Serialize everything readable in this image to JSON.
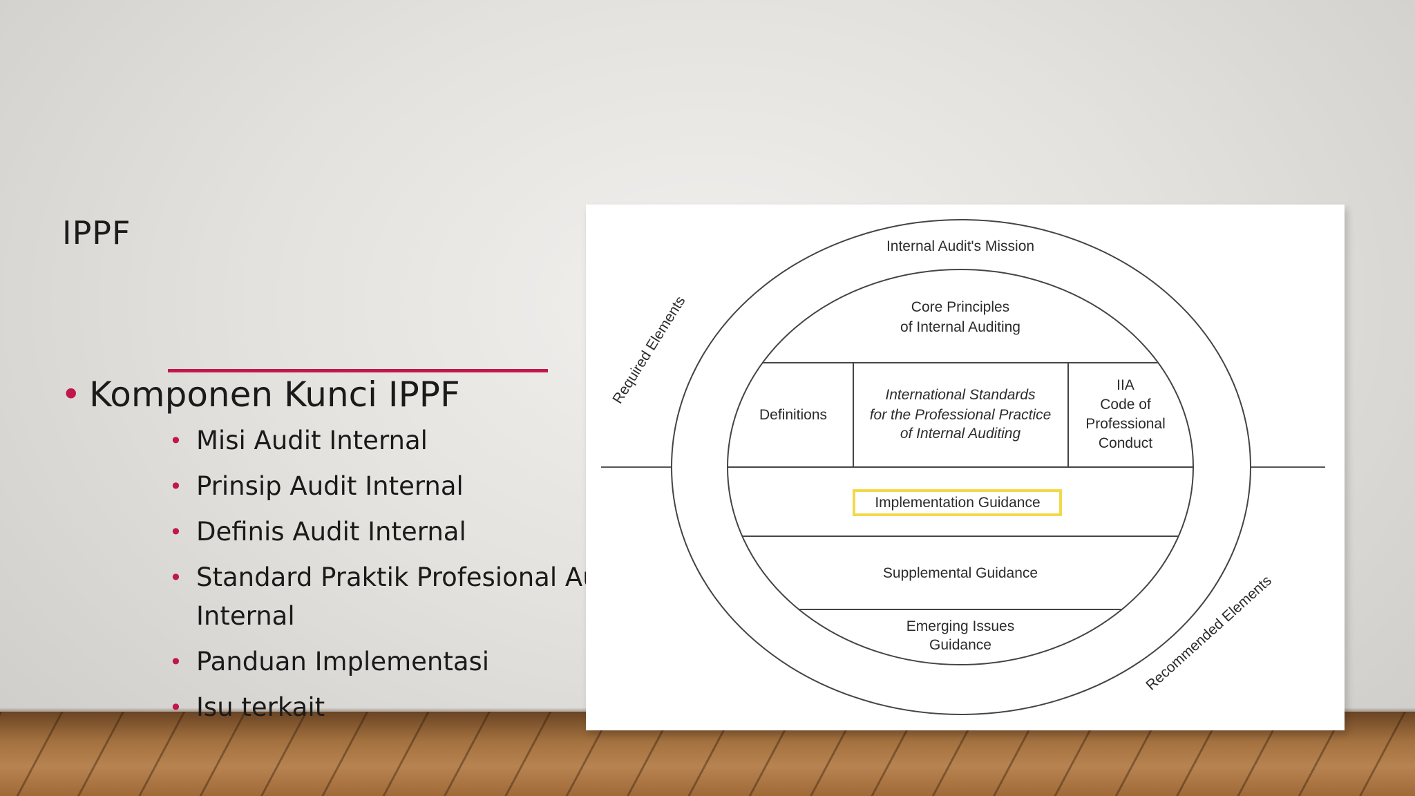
{
  "slide": {
    "title": "IPPF",
    "bullet_main": "Komponen Kunci IPPF",
    "sub_bullets": [
      "Misi Audit Internal",
      "Prinsip Audit Internal",
      "Definis Audit Internal",
      "Standard Praktik Profesional Audit Internal",
      "Panduan Implementasi",
      "Isu terkait"
    ],
    "accent_color": "#c0184a"
  },
  "diagram": {
    "required_label": "Required Elements",
    "recommended_label": "Recommended Elements",
    "mission": "Internal Audit's Mission",
    "core_line1": "Core Principles",
    "core_line2": "of Internal Auditing",
    "definitions": "Definitions",
    "standards_line1": "International Standards",
    "standards_line2": "for the Professional Practice",
    "standards_line3": "of Internal Auditing",
    "code_line1": "IIA",
    "code_line2": "Code of",
    "code_line3": "Professional",
    "code_line4": "Conduct",
    "implementation": "Implementation Guidance",
    "supplemental": "Supplemental Guidance",
    "emerging_line1": "Emerging Issues",
    "emerging_line2": "Guidance",
    "highlight_color": "#f2d94a"
  }
}
